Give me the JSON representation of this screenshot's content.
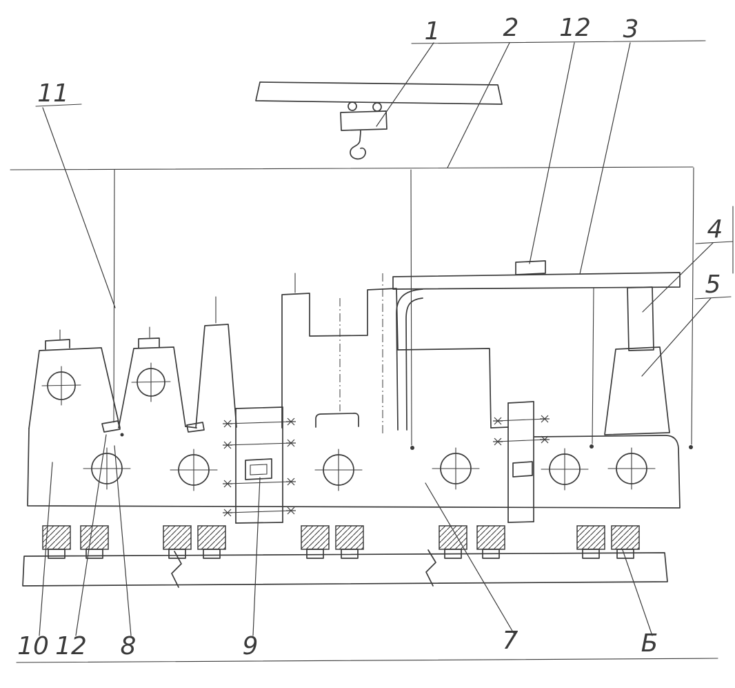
{
  "colors": {
    "ink": "#3a3a3a",
    "paper": "#ffffff"
  },
  "callouts": [
    {
      "text": "1"
    },
    {
      "text": "2"
    },
    {
      "text": "12"
    },
    {
      "text": "3"
    },
    {
      "text": "11"
    },
    {
      "text": "4"
    },
    {
      "text": "5"
    },
    {
      "text": "10"
    },
    {
      "text": "12"
    },
    {
      "text": "8"
    },
    {
      "text": "9"
    },
    {
      "text": "7"
    },
    {
      "text": "Б"
    }
  ]
}
